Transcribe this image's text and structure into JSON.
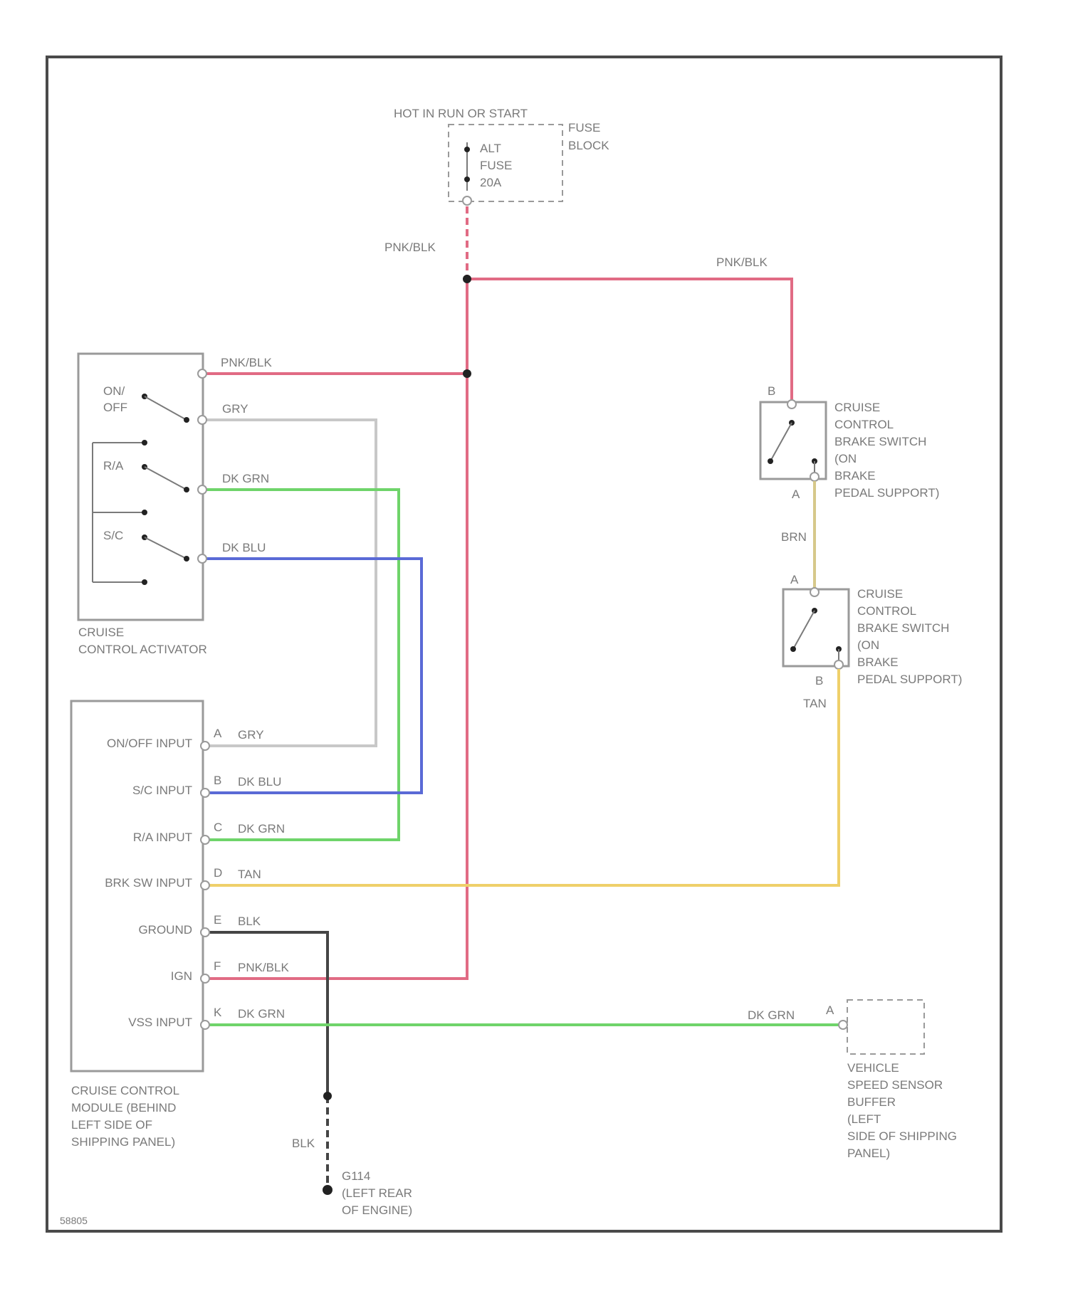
{
  "colors": {
    "pnk_blk": "#e16b84",
    "gry": "#c8c8c8",
    "dk_grn": "#6fd46a",
    "dk_blu": "#5a6ad6",
    "tan": "#efd06a",
    "brn": "#d6c88a",
    "blk": "#454545",
    "frame": "#4a4a4a"
  },
  "fuse_block": {
    "hot_label": "HOT IN RUN OR START",
    "block_label_1": "FUSE",
    "block_label_2": "BLOCK",
    "fuse_line_1": "ALT",
    "fuse_line_2": "FUSE",
    "fuse_line_3": "20A"
  },
  "wires": {
    "pnk_blk_1": "PNK/BLK",
    "pnk_blk_2": "PNK/BLK",
    "pnk_blk_3": "PNK/BLK",
    "gry_1": "GRY",
    "dk_grn_1": "DK GRN",
    "dk_blu_1": "DK BLU",
    "brn": "BRN",
    "tan_1": "TAN"
  },
  "activator": {
    "sw1_line_1": "ON/",
    "sw1_line_2": "OFF",
    "sw2": "R/A",
    "sw3": "S/C",
    "label_1": "CRUISE",
    "label_2": "CONTROL ACTIVATOR"
  },
  "brake_switch_1": {
    "pin_top": "B",
    "pin_bottom": "A",
    "lines": [
      "CRUISE",
      "CONTROL",
      "BRAKE SWITCH",
      "(ON",
      "BRAKE",
      "PEDAL SUPPORT)"
    ]
  },
  "brake_switch_2": {
    "pin_top": "A",
    "pin_bottom": "B",
    "lines": [
      "CRUISE",
      "CONTROL",
      "BRAKE SWITCH",
      "(ON",
      "BRAKE",
      "PEDAL SUPPORT)"
    ]
  },
  "module": {
    "inputs": [
      {
        "pin": "A",
        "label": "ON/OFF INPUT",
        "wire": "GRY"
      },
      {
        "pin": "B",
        "label": "S/C INPUT",
        "wire": "DK BLU"
      },
      {
        "pin": "C",
        "label": "R/A INPUT",
        "wire": "DK GRN"
      },
      {
        "pin": "D",
        "label": "BRK SW INPUT",
        "wire": "TAN"
      },
      {
        "pin": "E",
        "label": "GROUND",
        "wire": "BLK"
      },
      {
        "pin": "F",
        "label": "IGN",
        "wire": "PNK/BLK"
      },
      {
        "pin": "K",
        "label": "VSS INPUT",
        "wire": "DK GRN"
      }
    ],
    "label_lines": [
      "CRUISE CONTROL",
      "MODULE (BEHIND",
      "LEFT SIDE OF",
      "SHIPPING PANEL)"
    ]
  },
  "vss_buffer": {
    "wire": "DK GRN",
    "pin": "A",
    "label_lines": [
      "VEHICLE",
      "SPEED SENSOR",
      "BUFFER",
      "(LEFT",
      "SIDE OF SHIPPING",
      "PANEL)"
    ]
  },
  "ground": {
    "wire": "BLK",
    "label_1": "G114",
    "label_2": "(LEFT REAR",
    "label_3": "OF ENGINE)"
  },
  "figure_id": "58805"
}
